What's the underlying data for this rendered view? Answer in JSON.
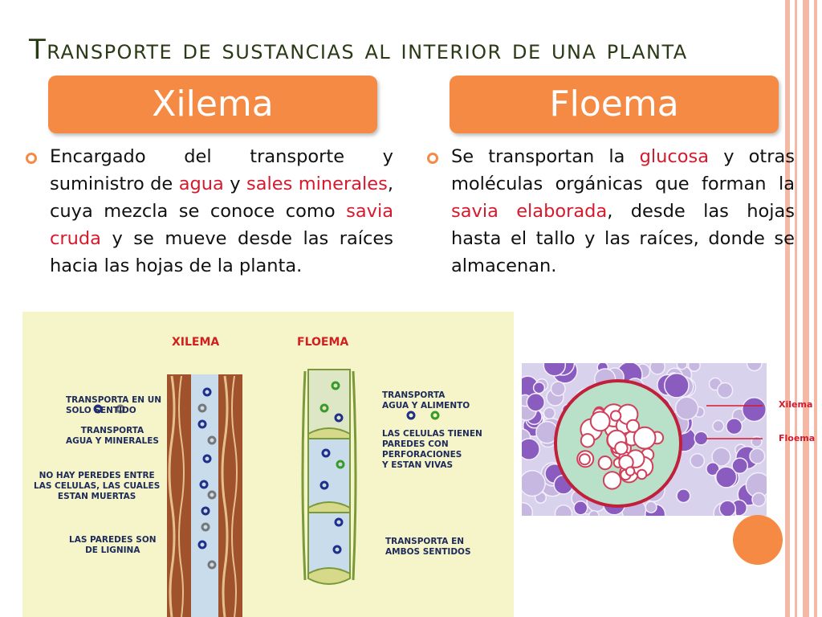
{
  "slide": {
    "title": "Transporte de sustancias al interior de una planta",
    "accent_color": "#f58a45",
    "highlight_color": "#d61a2e"
  },
  "left": {
    "header": "Xilema",
    "text_parts": [
      {
        "t": "Encargado del transporte y suministro de ",
        "hl": false
      },
      {
        "t": "agua",
        "hl": true
      },
      {
        "t": " y ",
        "hl": false
      },
      {
        "t": "sales minerales",
        "hl": true
      },
      {
        "t": ", cuya mezcla se conoce como ",
        "hl": false
      },
      {
        "t": "savia cruda",
        "hl": true
      },
      {
        "t": " y se mueve desde las raíces hacia las hojas de la planta.",
        "hl": false
      }
    ]
  },
  "right": {
    "header": "Floema",
    "text_parts": [
      {
        "t": "Se transportan la ",
        "hl": false
      },
      {
        "t": "glucosa",
        "hl": true
      },
      {
        "t": " y otras moléculas orgánicas que forman la ",
        "hl": false
      },
      {
        "t": "savia elaborada",
        "hl": true
      },
      {
        "t": ", desde las hojas hasta el tallo y las raíces, donde se almacenan.",
        "hl": false
      }
    ]
  },
  "diagram": {
    "xilema_title": "XILEMA",
    "floema_title": "FLOEMA",
    "left_labels": [
      "TRANSPORTA EN UN\nSOLO SENTIDO",
      "TRANSPORTA\nAGUA Y MINERALES",
      "NO HAY PEREDES ENTRE\nLAS CELULAS, LAS CUALES\nESTAN MUERTAS",
      "LAS PAREDES SON\nDE LIGNINA"
    ],
    "right_labels": [
      "TRANSPORTA\nAGUA Y ALIMENTO",
      "LAS CELULAS TIENEN\nPAREDES CON PERFORACIONES\nY ESTAN VIVAS",
      "TRANSPORTA EN\nAMBOS SENTIDOS"
    ]
  },
  "micrograph": {
    "label_xilema": "Xilema",
    "label_floema": "Floema"
  }
}
